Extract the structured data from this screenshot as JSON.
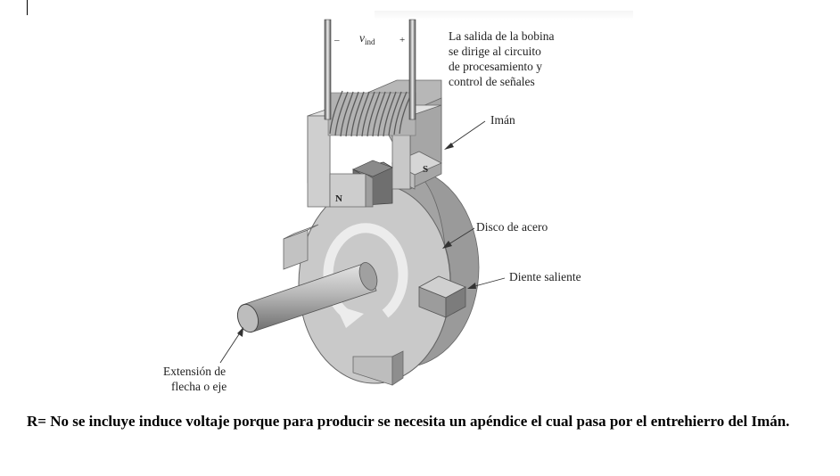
{
  "diagram": {
    "voltage_label": "v",
    "voltage_subscript": "ind",
    "minus_sign": "–",
    "plus_sign": "+",
    "coil_output_lines": [
      "La salida de la bobina",
      "se dirige al circuito",
      "de procesamiento y",
      "control de señales"
    ],
    "magnet_label": "Imán",
    "north_pole": "N",
    "south_pole": "S",
    "steel_disk_label": "Disco de acero",
    "salient_tooth_label": "Diente saliente",
    "shaft_label_lines": [
      "Extensión de",
      "flecha o eje"
    ]
  },
  "answer": {
    "text": "R= No se incluye induce voltaje porque para producir se necesita un apéndice el cual pasa por el entrehierro del Imán."
  },
  "colors": {
    "metal_light": "#d2d2d2",
    "metal_mid": "#b4b4b4",
    "metal_dark": "#8e8e8e",
    "coil": "#9a9a9a"
  }
}
